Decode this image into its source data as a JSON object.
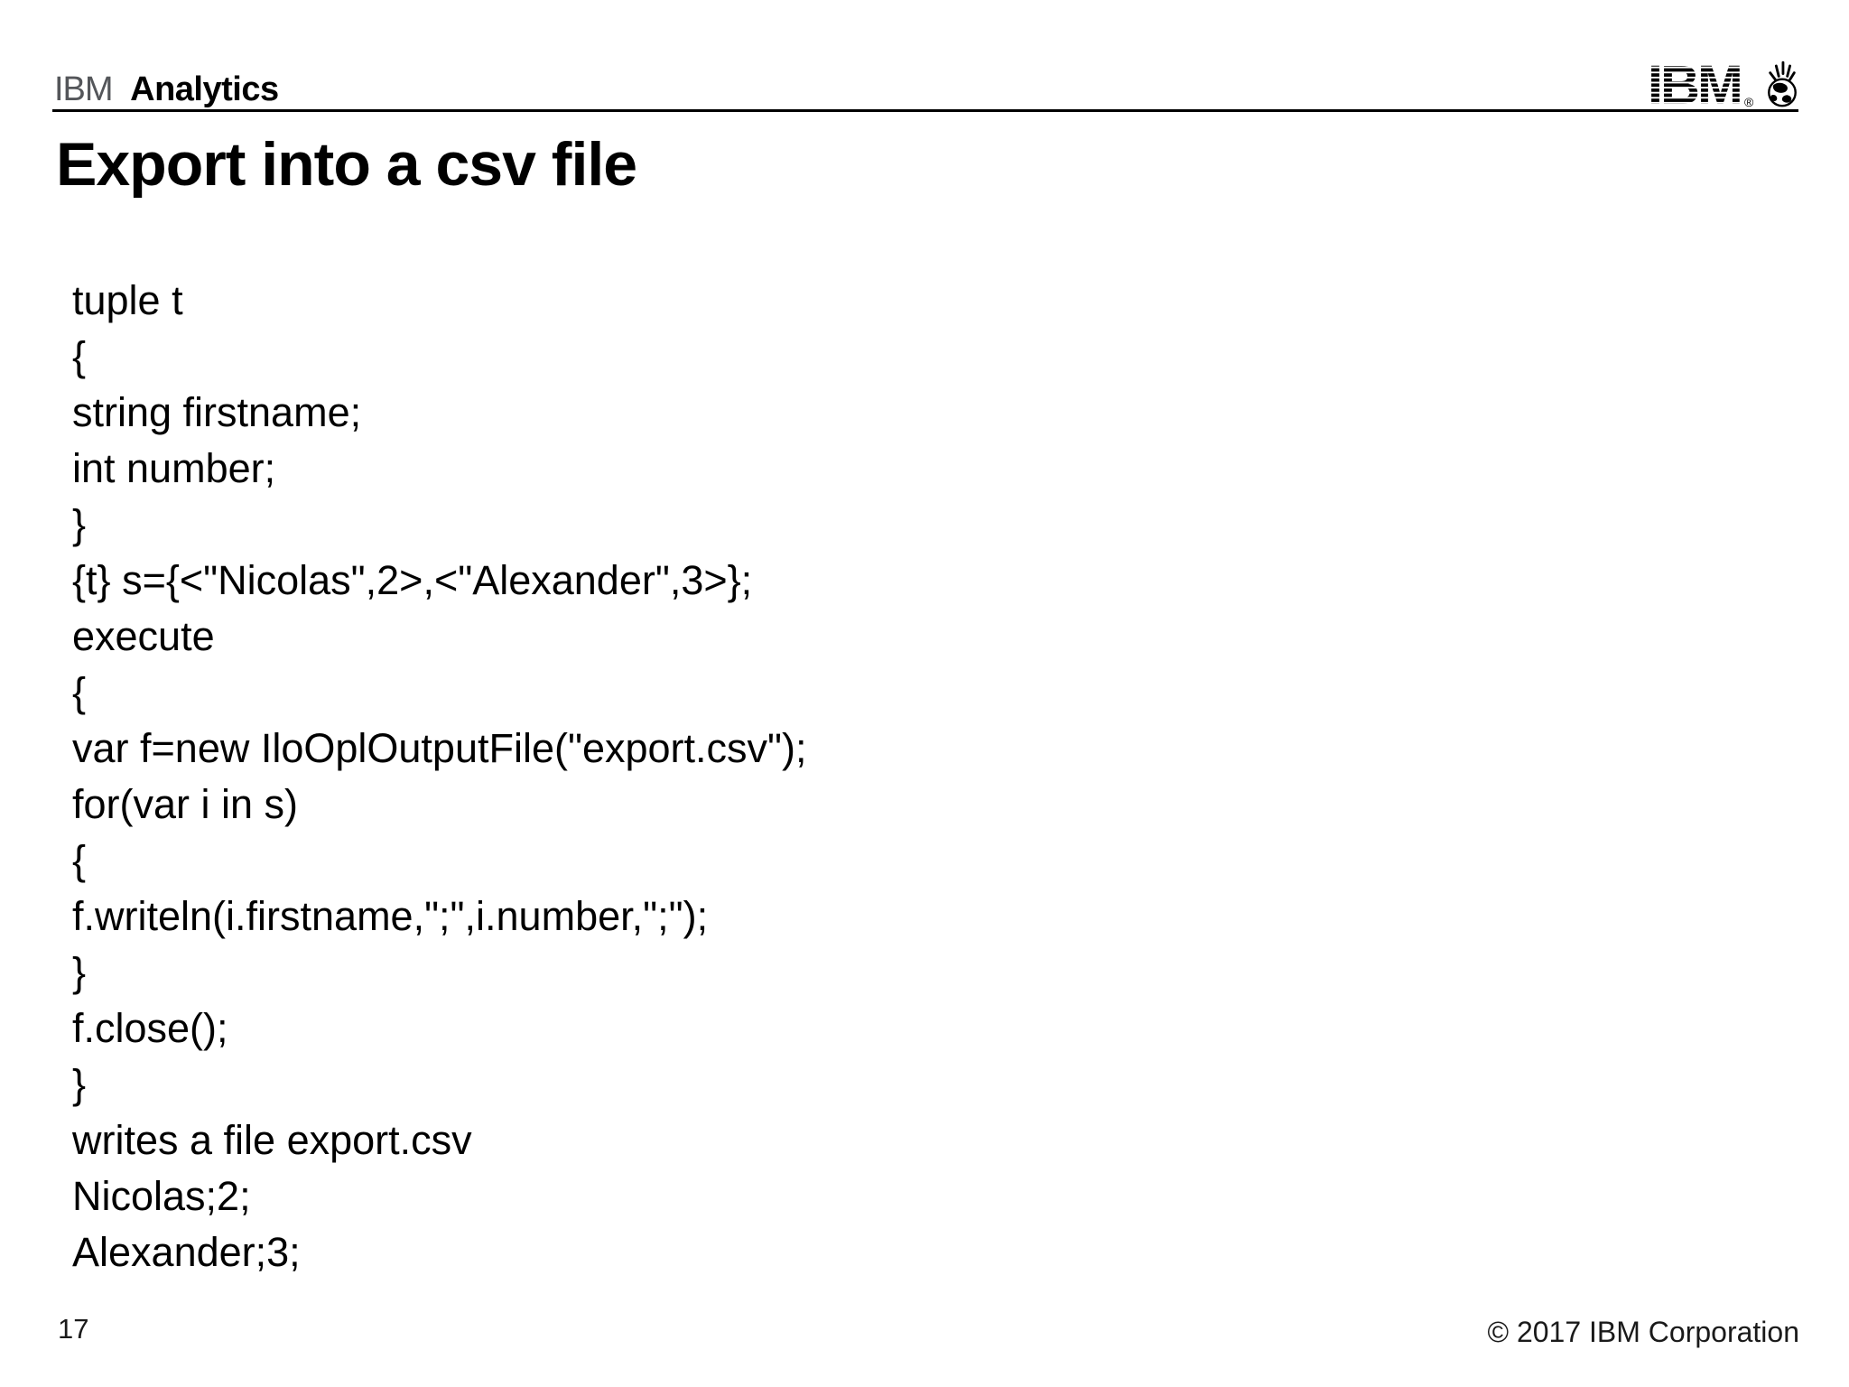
{
  "header": {
    "brand_prefix": "IBM",
    "brand_product": "Analytics",
    "logo_text": "IBM",
    "logo_registered": "®",
    "logo_icon": "smarter-planet-globe-icon"
  },
  "slide": {
    "title": "Export into a csv file"
  },
  "code": {
    "lines": [
      "tuple t",
      "{",
      "string firstname;",
      "int number;",
      "}",
      "{t} s={<\"Nicolas\",2>,<\"Alexander\",3>};",
      "execute",
      "{",
      "var f=new IloOplOutputFile(\"export.csv\");",
      "for(var i in s)",
      "{",
      "f.writeln(i.firstname,\";\",i.number,\";\");",
      "}",
      "f.close();",
      "}",
      "writes a file export.csv",
      "Nicolas;2;",
      "Alexander;3;"
    ]
  },
  "footer": {
    "page_number": "17",
    "copyright": "© 2017 IBM Corporation"
  },
  "colors": {
    "background": "#ffffff",
    "text": "#000000",
    "brand_gray": "#54565a",
    "rule": "#000000"
  }
}
